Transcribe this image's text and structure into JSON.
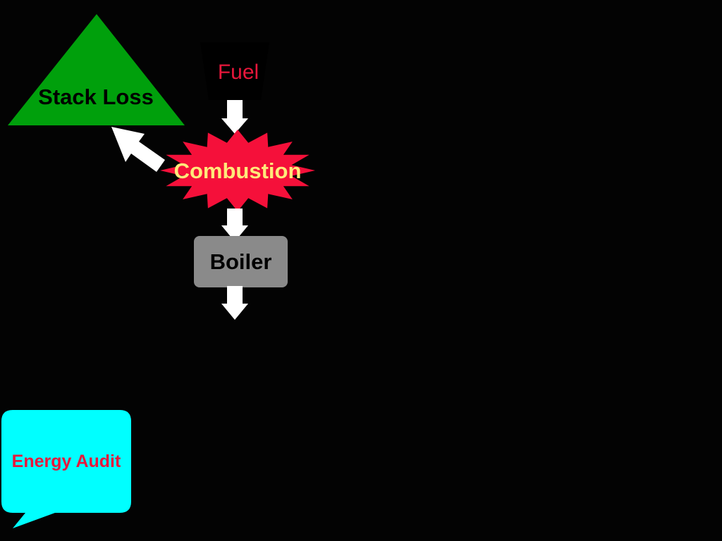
{
  "diagram": {
    "nodes": [
      {
        "id": "stack_loss",
        "label": "Stack Loss",
        "shape": "triangle"
      },
      {
        "id": "fuel",
        "label": "Fuel",
        "shape": "trapezoid"
      },
      {
        "id": "combustion",
        "label": "Combustion",
        "shape": "starburst"
      },
      {
        "id": "boiler",
        "label": "Boiler",
        "shape": "rounded-rectangle"
      }
    ],
    "edges": [
      {
        "from": "fuel",
        "to": "combustion"
      },
      {
        "from": "combustion",
        "to": "stack_loss"
      },
      {
        "from": "combustion",
        "to": "boiler"
      },
      {
        "from": "boiler",
        "to": ""
      }
    ],
    "callout": {
      "label": "Energy Audit",
      "shape": "speech-bubble"
    }
  },
  "colors": {
    "background": "#030303",
    "stack_loss_fill": "#00a00c",
    "stack_loss_text": "#000000",
    "fuel_fill": "#000000",
    "fuel_text": "#e8173b",
    "combustion_fill": "#f5103a",
    "combustion_text": "#ffe97a",
    "boiler_fill": "#8a8a8a",
    "boiler_text": "#000000",
    "arrow_fill": "#ffffff",
    "callout_fill": "#00ffff",
    "callout_text": "#e8173b"
  }
}
